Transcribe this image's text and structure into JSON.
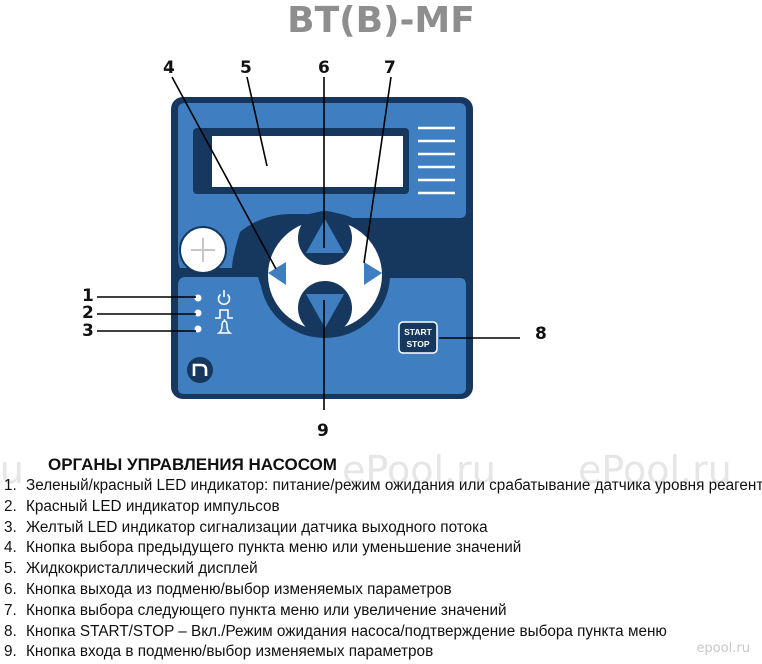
{
  "title": "BT(B)-MF",
  "callouts": [
    "1",
    "2",
    "3",
    "4",
    "5",
    "6",
    "7",
    "8",
    "9"
  ],
  "panel": {
    "start_stop_line1": "START",
    "start_stop_line2": "STOP",
    "colors": {
      "panel": "#3f7ec0",
      "frame": "#16385f",
      "display": "#ffffff",
      "led": "#ffffff"
    },
    "icons": [
      "power-icon",
      "pulse-icon",
      "bell-icon",
      "plus-icon",
      "logo-icon"
    ]
  },
  "watermark": "ePool.ru",
  "corner_logo": "epool.ru",
  "heading": "ОРГАНЫ УПРАВЛЕНИЯ НАСОСОМ",
  "legend": [
    {
      "num": "1.",
      "text": "Зеленый/красный LED индикатор: питание/режим ожидания или срабатывание датчика уровня реагента"
    },
    {
      "num": "2.",
      "text": "Красный LED индикатор импульсов"
    },
    {
      "num": "3.",
      "text": "Желтый LED индикатор сигнализации датчика выходного потока"
    },
    {
      "num": "4.",
      "text": "Кнопка выбора предыдущего пункта меню или уменьшение значений"
    },
    {
      "num": "5.",
      "text": "Жидкокристаллический дисплей"
    },
    {
      "num": "6.",
      "text": "Кнопка выхода из подменю/выбор изменяемых параметров"
    },
    {
      "num": "7.",
      "text": "Кнопка выбора следующего пункта меню или увеличение значений"
    },
    {
      "num": "8.",
      "text": "Кнопка START/STOP – Вкл./Режим ожидания насоса/подтверждение выбора пункта меню"
    },
    {
      "num": "9.",
      "text": "Кнопка входа в подменю/выбор изменяемых параметров"
    }
  ]
}
